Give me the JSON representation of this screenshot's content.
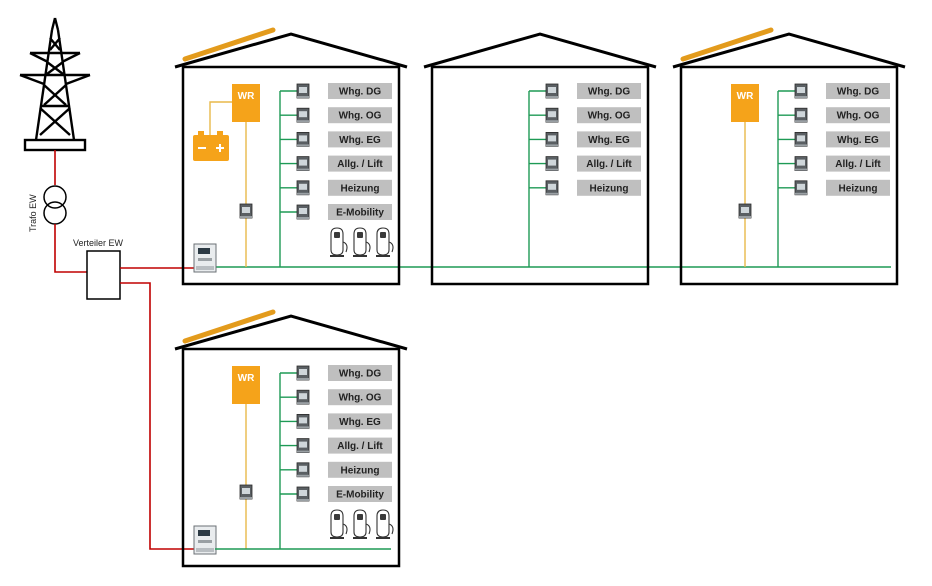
{
  "labels": {
    "trafo": "Trafo EW",
    "verteiler": "Verteiler EW",
    "wr": "WR"
  },
  "house_a_consumers": [
    "Whg. DG",
    "Whg. OG",
    "Whg. EG",
    "Allg. / Lift",
    "Heizung",
    "E-Mobility"
  ],
  "house_b_consumers": [
    "Whg. DG",
    "Whg. OG",
    "Whg. EG",
    "Allg. / Lift",
    "Heizung"
  ],
  "house_c_consumers": [
    "Whg. DG",
    "Whg. OG",
    "Whg. EG",
    "Allg. / Lift",
    "Heizung"
  ],
  "house_d_consumers": [
    "Whg. DG",
    "Whg. OG",
    "Whg. EG",
    "Allg. / Lift",
    "Heizung",
    "E-Mobility"
  ],
  "colors": {
    "grid_line": "#c00000",
    "bus_line": "#1e9a55",
    "pv_line": "#e8b94a",
    "solar_panel": "#e39b1c",
    "inverter": "#f5a31a",
    "battery": "#f5a31a",
    "label_box": "#bfbfbf",
    "house_outline": "#000000"
  }
}
